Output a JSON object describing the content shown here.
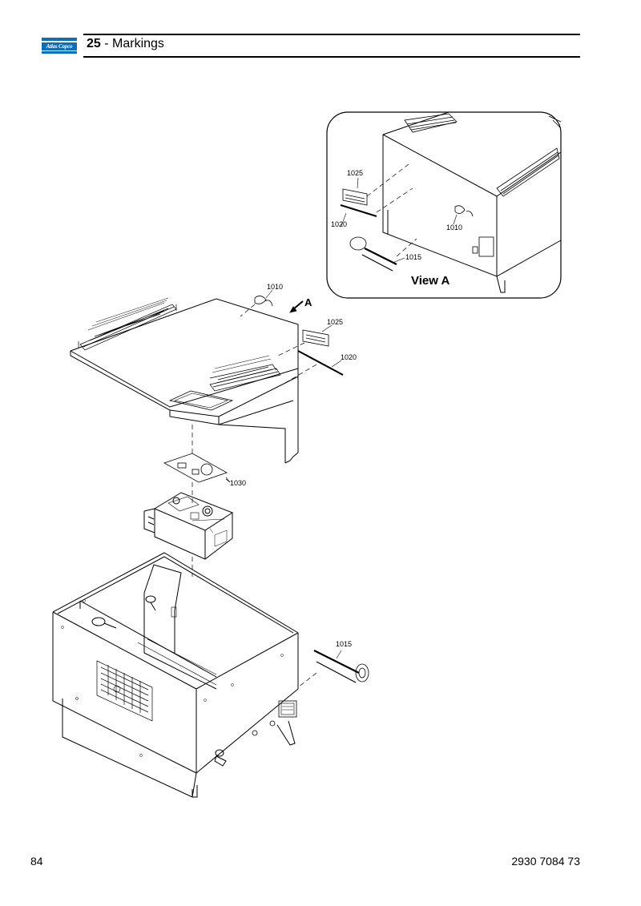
{
  "header": {
    "logo_text": "Atlas Copco",
    "section_number": "25",
    "section_separator": " - ",
    "section_title": "Markings"
  },
  "drawing": {
    "view_label": "View A",
    "arrow_label": "A",
    "callouts": {
      "detail_1025": "1025",
      "detail_1020": "1020",
      "detail_1010": "1010",
      "detail_1015": "1015",
      "main_1010": "1010",
      "main_1025": "1025",
      "main_1020": "1020",
      "main_1030": "1030",
      "main_1015": "1015"
    }
  },
  "footer": {
    "page_number": "84",
    "document_number": "2930 7084 73"
  }
}
